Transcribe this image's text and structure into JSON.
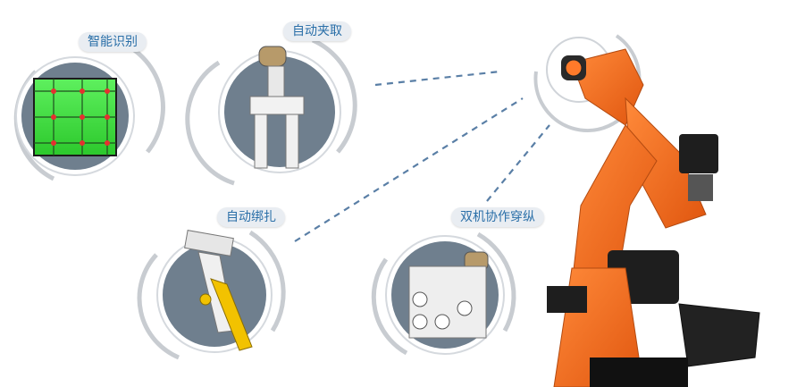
{
  "features": [
    {
      "label": "智能识别",
      "icon": "grid-camera-icon"
    },
    {
      "label": "自动夹取",
      "icon": "gripper-icon"
    },
    {
      "label": "自动绑扎",
      "icon": "binding-tool-icon"
    },
    {
      "label": "双机协作穿纵",
      "icon": "dual-machine-icon"
    }
  ],
  "colors": {
    "robot": "#f26b1d",
    "circle_fill": "#6f7f8e",
    "grid_green": "#3fdc3f",
    "label_text": "#2a6fa8",
    "dash": "#5a7fa6"
  }
}
